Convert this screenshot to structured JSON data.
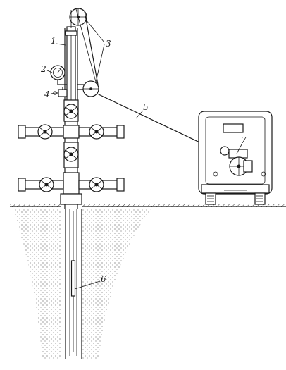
{
  "callouts": [
    {
      "id": "1",
      "text": "1"
    },
    {
      "id": "2",
      "text": "2"
    },
    {
      "id": "3",
      "text": "3"
    },
    {
      "id": "4",
      "text": "4"
    },
    {
      "id": "5",
      "text": "5"
    },
    {
      "id": "6",
      "text": "6"
    },
    {
      "id": "7",
      "text": "7"
    }
  ]
}
